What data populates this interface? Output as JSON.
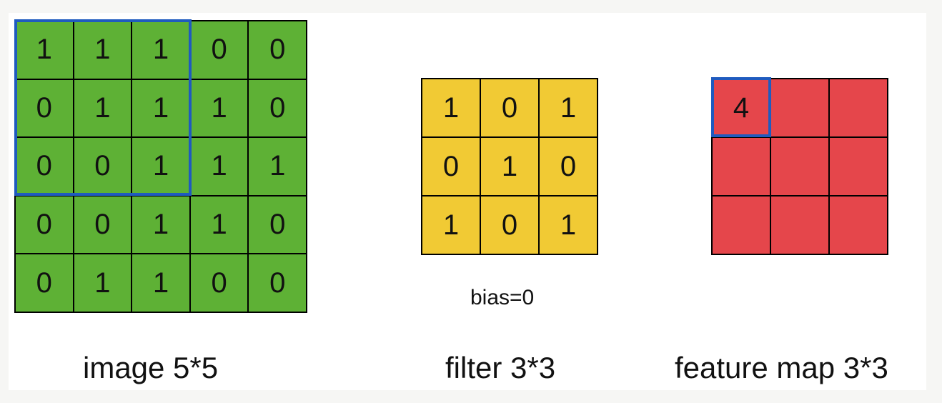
{
  "image": {
    "caption": "image 5*5",
    "cells": [
      "1",
      "1",
      "1",
      "0",
      "0",
      "0",
      "1",
      "1",
      "1",
      "0",
      "0",
      "0",
      "1",
      "1",
      "1",
      "0",
      "0",
      "1",
      "1",
      "0",
      "0",
      "1",
      "1",
      "0",
      "0"
    ]
  },
  "filter": {
    "caption": "filter 3*3",
    "bias": "bias=0",
    "cells": [
      "1",
      "0",
      "1",
      "0",
      "1",
      "0",
      "1",
      "0",
      "1"
    ]
  },
  "feature_map": {
    "caption": "feature map 3*3",
    "cells": [
      "4",
      "",
      "",
      "",
      "",
      "",
      "",
      "",
      ""
    ]
  },
  "colors": {
    "image_cells": "#5eb135",
    "filter_cells": "#f1ca34",
    "feature_cells": "#e5464b",
    "highlight": "#1f5bbf"
  }
}
